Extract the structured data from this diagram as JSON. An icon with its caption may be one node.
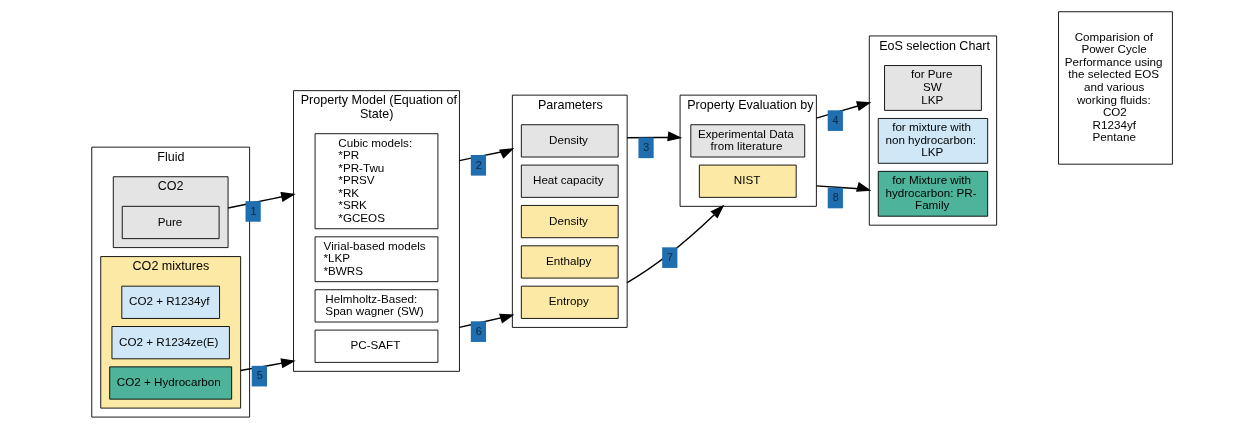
{
  "diagram": {
    "nodes": [
      {
        "text": [
          "Fluid"
        ]
      },
      {
        "text": [
          "CO2"
        ],
        "in": 0
      },
      {
        "text": [
          "Pure"
        ],
        "in": 1
      },
      {
        "text": [
          "CO2 mixtures"
        ],
        "in": 0
      },
      {
        "text": [
          "CO2 + R1234yf"
        ],
        "in": 3
      },
      {
        "text": [
          "CO2 + R1234ze(E)"
        ],
        "in": 3
      },
      {
        "text": [
          "CO2 + Hydrocarbon"
        ],
        "in": 3
      },
      {
        "text": [
          "Property Model (Equation of State)"
        ]
      },
      {
        "text": [
          "Cubic models:",
          "*PR",
          "*PR-Twu",
          "*PRSV",
          "*RK",
          "*SRK",
          "*GCEOS"
        ],
        "in": 7
      },
      {
        "text": [
          "Virial-based models",
          "*LKP",
          "*BWRS"
        ],
        "in": 7
      },
      {
        "text": [
          "Helmholtz-Based:",
          "Span wagner (SW)"
        ],
        "in": 7
      },
      {
        "text": [
          "PC-SAFT"
        ],
        "in": 7
      },
      {
        "text": [
          "Parameters"
        ]
      },
      {
        "text": [
          "Density"
        ],
        "in": 12
      },
      {
        "text": [
          "Heat capacity"
        ],
        "in": 12
      },
      {
        "text": [
          "Density"
        ],
        "in": 12
      },
      {
        "text": [
          "Enthalpy"
        ],
        "in": 12
      },
      {
        "text": [
          "Entropy"
        ],
        "in": 12
      },
      {
        "text": [
          "Property Evaluation by"
        ]
      },
      {
        "text": [
          "Experimental Data from literature"
        ],
        "in": 18
      },
      {
        "text": [
          "NIST"
        ],
        "in": 18
      },
      {
        "text": [
          "EoS selection Chart"
        ]
      },
      {
        "text": [
          "for Pure",
          "SW",
          "LKP"
        ],
        "in": 21
      },
      {
        "text": [
          "for mixture with non hydrocarbon: LKP"
        ],
        "in": 21
      },
      {
        "text": [
          "for Mixture with hydrocarbon: PR-Family"
        ],
        "in": 21
      },
      {
        "text": [
          "Comparision of Power Cycle Performance using the selected EOS and various working fluids:",
          "CO2",
          "R1234yf",
          "Pentane"
        ]
      }
    ],
    "edges": [
      {
        "from": 1,
        "to": 7,
        "arrow": "to",
        "label": "1"
      },
      {
        "from": 3,
        "to": 7,
        "arrow": "to",
        "label": "5"
      },
      {
        "from": 7,
        "to": 12,
        "arrow": "to",
        "label": "2"
      },
      {
        "from": 7,
        "to": 12,
        "arrow": "to",
        "label": "6"
      },
      {
        "from": 12,
        "to": 18,
        "arrow": "to",
        "label": "3"
      },
      {
        "from": 12,
        "to": 18,
        "arrow": "to",
        "label": "7"
      },
      {
        "from": 18,
        "to": 21,
        "arrow": "to",
        "label": "4"
      },
      {
        "from": 18,
        "to": 21,
        "arrow": "to",
        "label": "8"
      }
    ]
  }
}
